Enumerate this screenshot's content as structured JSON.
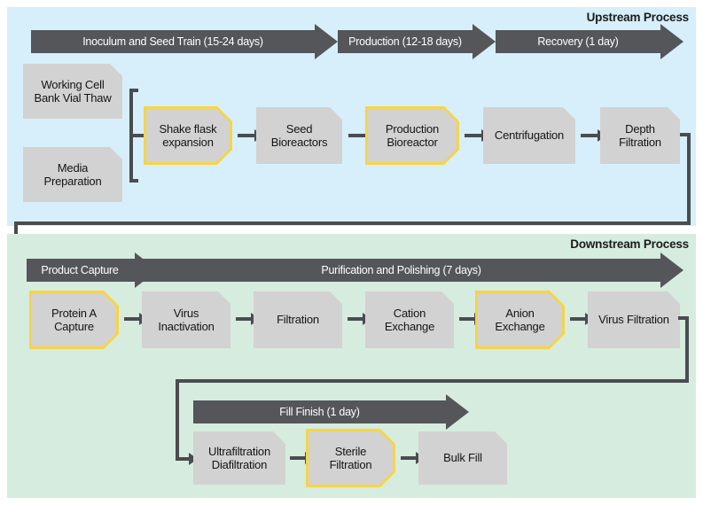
{
  "upstream": {
    "title": "Upstream Process",
    "bg_color": "#d6effb",
    "phases": [
      {
        "label": "Inoculum and Seed Train (15-24 days)"
      },
      {
        "label": "Production (12-18 days)"
      },
      {
        "label": "Recovery (1 day)"
      }
    ],
    "inputs": [
      {
        "label": "Working Cell Bank Vial Thaw"
      },
      {
        "label": "Media Preparation"
      }
    ],
    "steps": [
      {
        "label": "Shake flask expansion",
        "highlighted": true
      },
      {
        "label": "Seed Bioreactors",
        "highlighted": false
      },
      {
        "label": "Production Bioreactor",
        "highlighted": true
      },
      {
        "label": "Centrifugation",
        "highlighted": false
      },
      {
        "label": "Depth Filtration",
        "highlighted": false
      }
    ]
  },
  "downstream": {
    "title": "Downstream Process",
    "bg_color": "#d6ecdf",
    "phases": [
      {
        "label": "Product Capture"
      },
      {
        "label": "Purification and Polishing (7 days)"
      },
      {
        "label": "Fill Finish (1 day)"
      }
    ],
    "purification_steps": [
      {
        "label": "Protein A Capture",
        "highlighted": true
      },
      {
        "label": "Virus Inactivation",
        "highlighted": false
      },
      {
        "label": "Filtration",
        "highlighted": false
      },
      {
        "label": "Cation Exchange",
        "highlighted": false
      },
      {
        "label": "Anion Exchange",
        "highlighted": true
      },
      {
        "label": "Virus Filtration",
        "highlighted": false
      }
    ],
    "fill_finish_steps": [
      {
        "label": "Ultrafiltration Diafiltration",
        "highlighted": false
      },
      {
        "label": "Sterile Filtration",
        "highlighted": true
      },
      {
        "label": "Bulk Fill",
        "highlighted": false
      }
    ]
  },
  "colors": {
    "phase_bar": "#54565a",
    "box_fill": "#d2d2d2",
    "highlight_outline": "#f7d447",
    "connector": "#4a4c50",
    "upstream_bg": "#d6effb",
    "downstream_bg": "#d6ecdf"
  }
}
